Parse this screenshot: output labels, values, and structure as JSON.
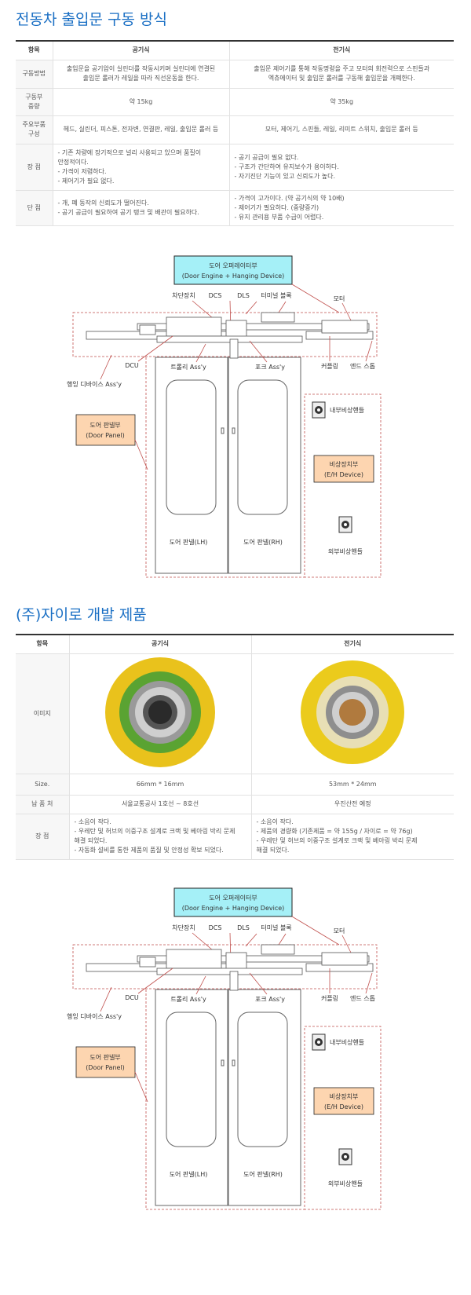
{
  "section1": {
    "title": "전동차 출입문 구동 방식",
    "headers": [
      "항목",
      "공기식",
      "전기식"
    ],
    "rows": [
      {
        "label": "구동방법",
        "air": [
          "출입문을 공기압이 실린더를 작동시키며 실린더에 연결된",
          "출입문 롤러가 레일을 따라 직선운동을 한다."
        ],
        "electric": [
          "출입문 제어기를 통해 작동명령을 주고 모터의 회전력으로 스핀들과",
          "엑츄에이터 및 출입문 롤러를 구동해 출입문을 개폐한다."
        ]
      },
      {
        "label": [
          "구동부",
          "중량"
        ],
        "air": [
          "약 15kg"
        ],
        "electric": [
          "약 35kg"
        ]
      },
      {
        "label": [
          "주요부품",
          "구성"
        ],
        "air": [
          "헤드, 실린더, 피스톤, 전자변, 연결판, 레일, 출입문 롤러 등"
        ],
        "electric": [
          "모터, 제어기, 스핀들, 레일, 리미트 스위치, 출입문 롤러 등"
        ]
      },
      {
        "label": "장 점",
        "air": [
          "- 기존 차량에 장기적으로 널리 사용되고 있으며 품질이",
          "안정적이다.",
          "- 가격이 저렴하다.",
          "- 제어기가 필요 없다."
        ],
        "electric": [
          "- 공기 공급이 필요 없다.",
          "- 구조가 간단하여 유지보수가 용이하다.",
          "- 자기진단 기능이 있고 신뢰도가 높다."
        ]
      },
      {
        "label": "단 점",
        "air": [
          "- 개, 폐 동작의 신뢰도가 떨어진다.",
          "- 공기 공급이 필요하여 공기 탱크 및 배관이 필요하다."
        ],
        "electric": [
          "- 가격이 고가이다. (약 공기식의 약 10배)",
          "- 제어기가 필요하다. (중량증가)",
          "- 유지 관리용 부품 수급이 어렵다."
        ]
      }
    ]
  },
  "diagram": {
    "operator_title": "도어 오퍼레이터부",
    "operator_sub": "(Door Engine + Hanging Device)",
    "labels": {
      "cutoff": "차단장치",
      "dcs": "DCS",
      "dls": "DLS",
      "terminal": "터미널 블록",
      "motor": "모터",
      "dcu": "DCU",
      "trolley": "트롤리 Ass'y",
      "fork": "포크 Ass'y",
      "coupling": "커플링",
      "endstop": "엔드 스톱",
      "hanging": "행잉 디바이스 Ass'y",
      "door_lh": "도어 판넬(LH)",
      "door_rh": "도어 판넬(RH)",
      "inner_handle": "내부비상핸들",
      "outer_handle": "외부비상핸들"
    },
    "door_panel_title": "도어 판넬부",
    "door_panel_sub": "(Door Panel)",
    "eh_title": "비상장치부",
    "eh_sub": "(E/H Device)"
  },
  "section2": {
    "title": "(주)자이로 개발 제품",
    "headers": [
      "항목",
      "공기식",
      "전기식"
    ],
    "image_label": "이미지",
    "size": {
      "label": "Size.",
      "air": "66mm * 16mm",
      "electric": "53mm * 24mm"
    },
    "delivery": {
      "label": "납 품 처",
      "air": "서울교통공사 1호선 ~ 8호선",
      "electric": "우진산전 예정"
    },
    "advantages": {
      "label": "장 점",
      "air": [
        "- 소음이 작다.",
        "- 우레탄 및 허브의 이중구조 설계로 크랙 및 베아링 박리 문제",
        "해결 되었다.",
        "- 자동화 설비를 통한 제품의 품질 및 안정성 확보 되었다."
      ],
      "electric": [
        "- 소음이 작다.",
        "- 제품의 경량화 (기존제품 = 약 155g / 자이로 = 약 76g)",
        "- 우레탄 및 허브의 이중구조 설계로 크랙 및 베아링 박리 문제",
        "해결 되었다."
      ]
    }
  },
  "colors": {
    "title": "#1a6fc4",
    "operator_box": "#a5f0f7",
    "panel_box": "#fdd5b0",
    "dashed": "#c0504d"
  }
}
